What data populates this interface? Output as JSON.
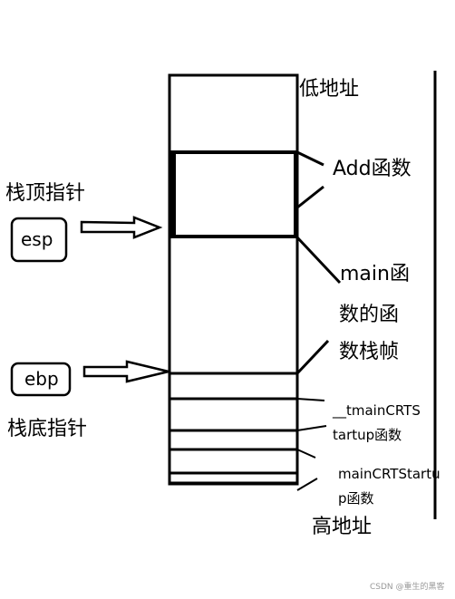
{
  "labels": {
    "low_address": "低地址",
    "high_address": "高地址",
    "esp_pointer": "栈顶指针",
    "ebp_pointer": "栈底指针",
    "esp": "esp",
    "ebp": "ebp",
    "add_frame": "Add函数",
    "main_frame_1": "main函",
    "main_frame_2": "数的函",
    "main_frame_3": "数栈帧",
    "tmain_1": "__tmainCRTS",
    "tmain_2": "tartup函数",
    "maincrt_1": "mainCRTStartu",
    "maincrt_2": "p函数"
  },
  "watermark": "CSDN @重生的黑客"
}
